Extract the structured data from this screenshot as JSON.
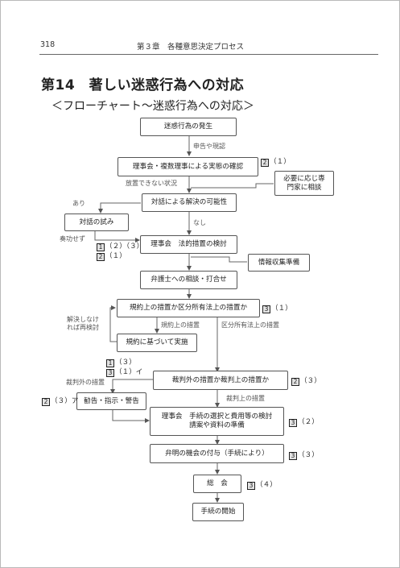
{
  "header": {
    "page_number": "318",
    "chapter": "第３章　各種意思決定プロセス"
  },
  "title": "第14　著しい迷惑行為への対応",
  "subtitle": "＜フローチャート～迷惑行為への対応＞",
  "boxes": {
    "b1": "迷惑行為の発生",
    "b2": "理事会・複数理事による実態の確認",
    "b3": "必要に応じ専\n門家に相談",
    "b4": "対話による解決の可能性",
    "b5": "対話の試み",
    "b6": "理事会　法的措置の検討",
    "b7": "情報収集準備",
    "b8": "弁護士への相談・打合せ",
    "b9": "規約上の措置か区分所有法上の措置か",
    "b10": "規約に基づいて実施",
    "b11": "裁判外の措置か裁判上の措置か",
    "b12": "勧告・指示・警告",
    "b13": "理事会　手続の選択と費用等の検討\n請案や資料の準備",
    "b14": "弁明の機会の付与（手続により）",
    "b15": "総　会",
    "b16": "手続の開始"
  },
  "labels": {
    "l1": "申告や現認",
    "l2": "放置できない状況",
    "l3": "あり",
    "l4": "なし",
    "l5": "奏功せず",
    "l6": "解決しなけ\nれば再検討",
    "l7": "規約上の措置",
    "l8": "区分所有法上の措置",
    "l9": "裁判外の措置",
    "l10": "裁判上の措置"
  },
  "refs": {
    "r1": {
      "num": "2",
      "text": "（１）"
    },
    "r2a": {
      "num": "1",
      "text": "（２）（３）"
    },
    "r2b": {
      "num": "2",
      "text": "（１）"
    },
    "r3": {
      "num": "3",
      "text": "（１）"
    },
    "r4a": {
      "num": "1",
      "text": "（３）"
    },
    "r4b": {
      "num": "3",
      "text": "（１）イ"
    },
    "r5": {
      "num": "2",
      "text": "（３）"
    },
    "r6": {
      "num": "2",
      "text": "（３）ア"
    },
    "r7": {
      "num": "3",
      "text": "（２）"
    },
    "r8": {
      "num": "3",
      "text": "（３）"
    },
    "r9": {
      "num": "3",
      "text": "（４）"
    }
  }
}
